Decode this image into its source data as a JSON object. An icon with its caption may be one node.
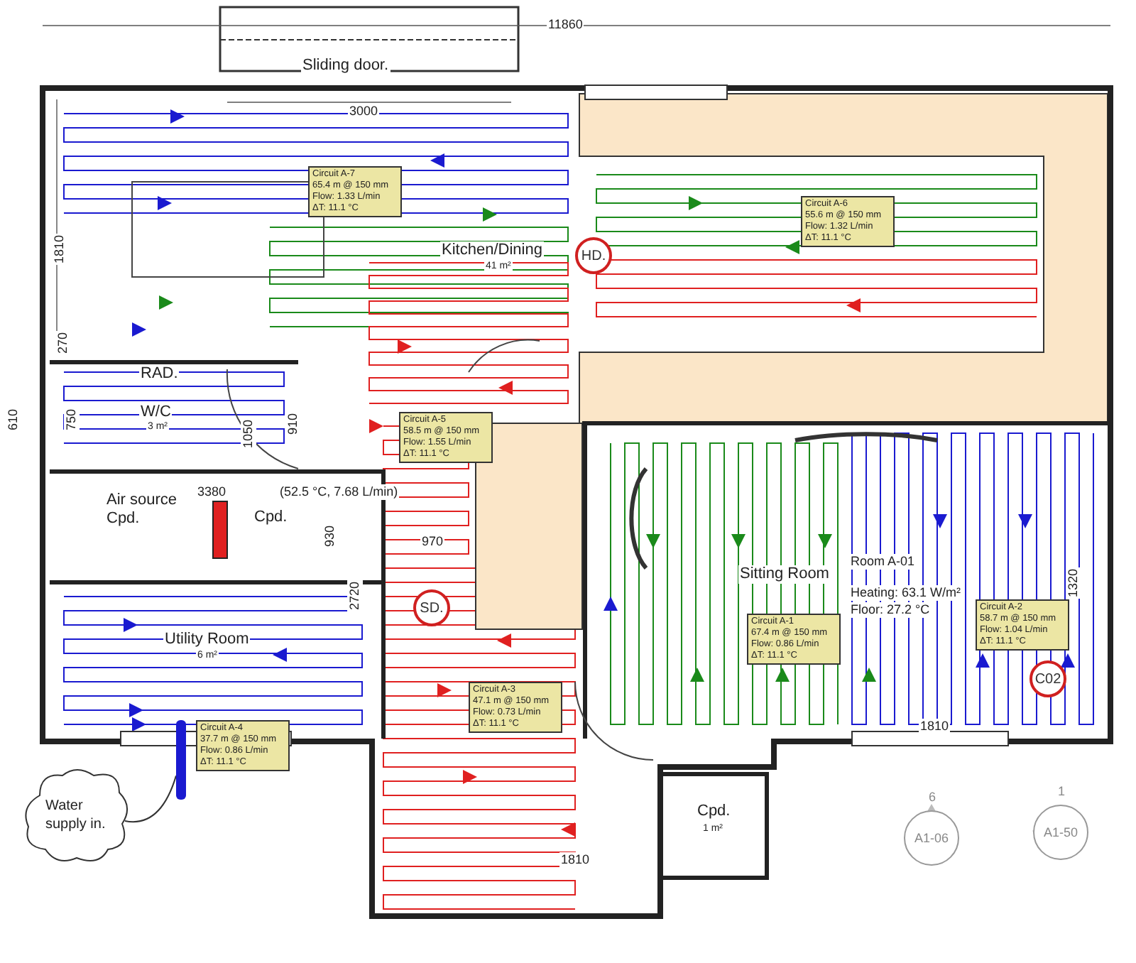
{
  "diagram": {
    "nodes": [
      {
        "text": [
          "Circuit A-7",
          "65.4 m @ 150 mm",
          "Flow: 1.33 L/min",
          "ΔT: 11.1 °C"
        ]
      },
      {
        "text": [
          "Circuit A-6",
          "55.6 m @ 150 mm",
          "Flow: 1.32 L/min",
          "ΔT: 11.1 °C"
        ]
      },
      {
        "text": [
          "Circuit A-5",
          "58.5 m @ 150 mm",
          "Flow: 1.55 L/min",
          "ΔT: 11.1 °C"
        ]
      },
      {
        "text": [
          "Circuit A-3",
          "47.1 m @ 150 mm",
          "Flow: 0.73 L/min",
          "ΔT: 11.1 °C"
        ]
      },
      {
        "text": [
          "Circuit A-4",
          "37.7 m @ 150 mm",
          "Flow: 0.86 L/min",
          "ΔT: 11.1 °C"
        ]
      },
      {
        "text": [
          "Circuit A-1",
          "67.4 m @ 150 mm",
          "Flow: 0.86 L/min",
          "ΔT: 11.1 °C"
        ]
      },
      {
        "text": [
          "Circuit A-2",
          "58.7 m @ 150 mm",
          "Flow: 1.04 L/min",
          "ΔT: 11.1 °C"
        ]
      },
      {
        "text": [
          "HD."
        ]
      },
      {
        "text": [
          "SD."
        ]
      },
      {
        "text": [
          "C02"
        ]
      },
      {
        "text": [
          "Water supply in."
        ]
      },
      {
        "text": [],
        "shape": "bar"
      },
      {
        "text": [
          "A1-06"
        ],
        "beside": [
          "6"
        ]
      },
      {
        "text": [
          "A1-50"
        ],
        "beside": [
          "1"
        ]
      }
    ],
    "edges": [
      {
        "from": 10,
        "to": 11,
        "arrow": "none"
      }
    ],
    "labels": [
      "11860",
      "Sliding door.",
      "3000",
      "1810",
      "270",
      "Kitchen/Dining",
      "41 m²",
      "RAD.",
      "610",
      "750",
      "W/C",
      "3 m²",
      "1050",
      "910",
      "3380",
      "(52.5 °C, 7.68 L/min)",
      "Air source Cpd.",
      "Cpd.",
      "930",
      "970",
      "2720",
      "Utility Room",
      "6 m²",
      "Sitting Room",
      "Room A-01",
      "Heating: 63.1 W/m²",
      "Floor: 27.2 °C",
      "1320",
      "1810",
      "Cpd.",
      "1 m²",
      "1810"
    ]
  }
}
